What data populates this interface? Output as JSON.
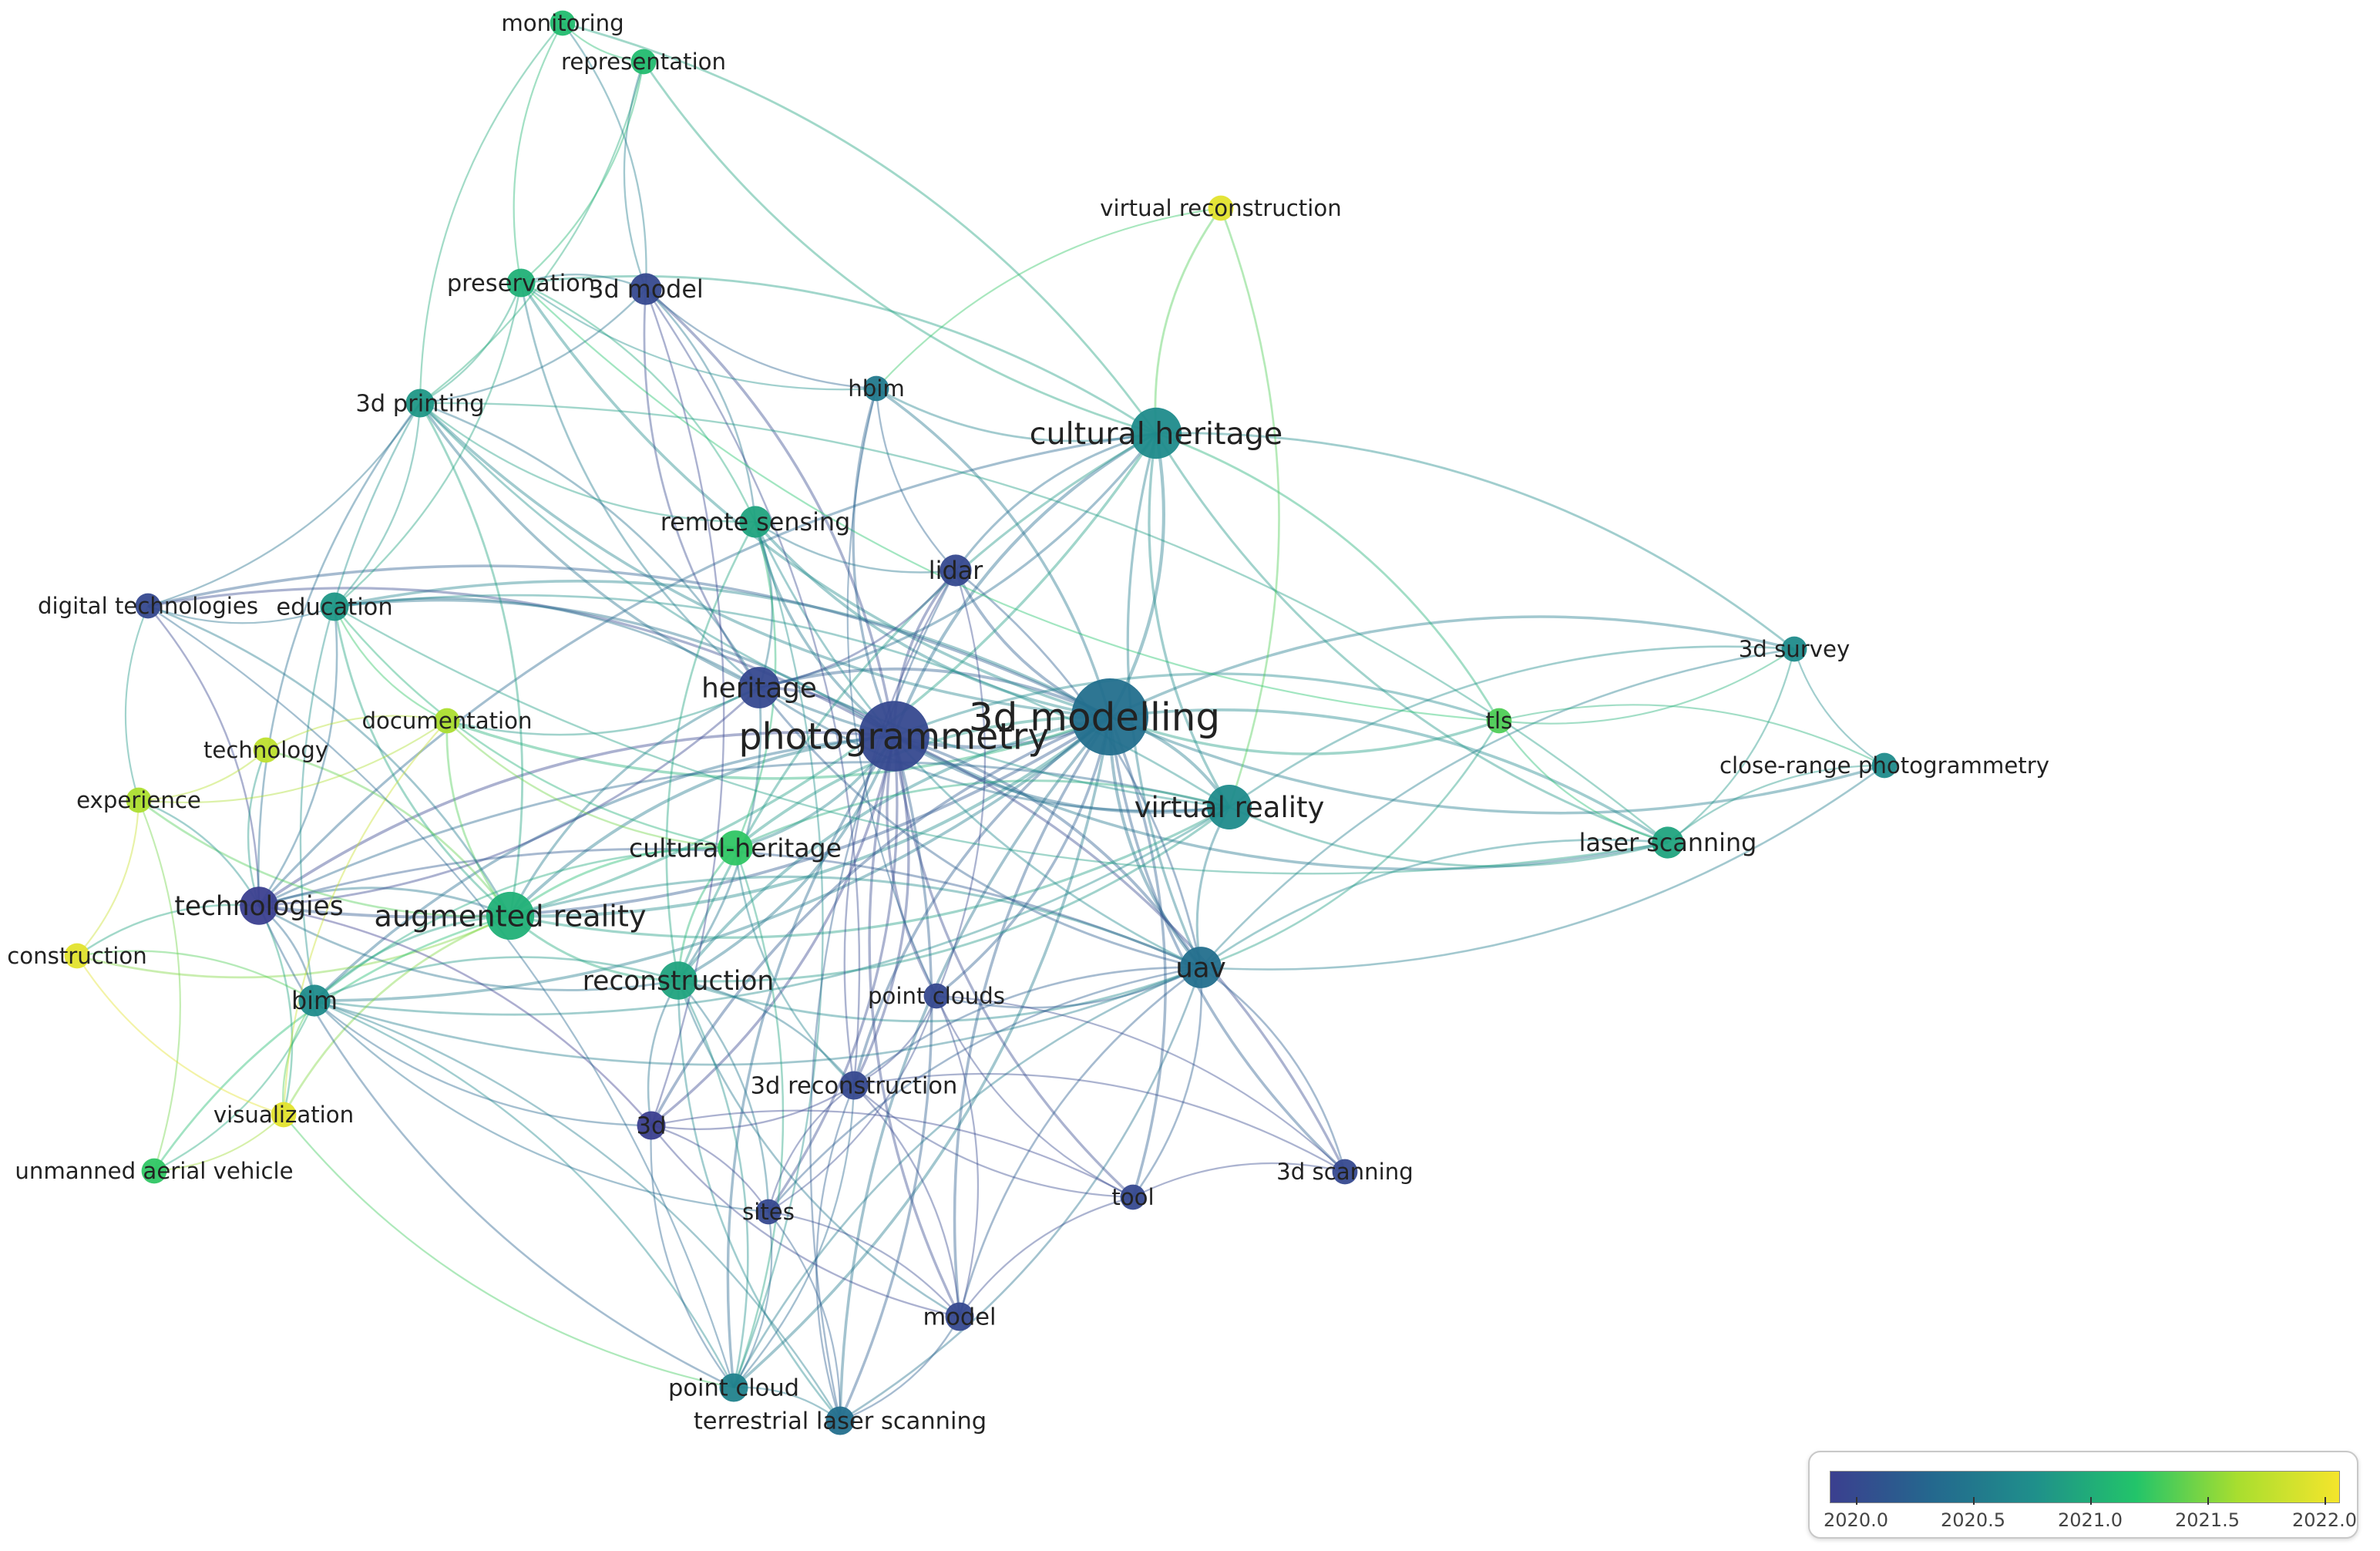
{
  "network": {
    "color_scale": {
      "min": 2020.0,
      "max": 2022.1,
      "stops": [
        "#3b3f8f",
        "#24688e",
        "#1f8f8b",
        "#22c46a",
        "#a8de2f",
        "#f5e52c"
      ]
    },
    "nodes": [
      {
        "id": "3d modelling",
        "weight": 10,
        "year": 2020.5
      },
      {
        "id": "photogrammetry",
        "weight": 9,
        "year": 2020.1
      },
      {
        "id": "cultural heritage",
        "weight": 6,
        "year": 2020.8
      },
      {
        "id": "virtual reality",
        "weight": 5,
        "year": 2020.8
      },
      {
        "id": "augmented reality",
        "weight": 5.5,
        "year": 2021.1
      },
      {
        "id": "heritage",
        "weight": 4.5,
        "year": 2020.1
      },
      {
        "id": "uav",
        "weight": 4.5,
        "year": 2020.5
      },
      {
        "id": "technologies",
        "weight": 4,
        "year": 2020.0
      },
      {
        "id": "reconstruction",
        "weight": 4,
        "year": 2021.0
      },
      {
        "id": "cultural-heritage",
        "weight": 3.5,
        "year": 2021.3
      },
      {
        "id": "remote sensing",
        "weight": 3,
        "year": 2021.0
      },
      {
        "id": "lidar",
        "weight": 3,
        "year": 2020.1
      },
      {
        "id": "laser scanning",
        "weight": 3,
        "year": 2021.0
      },
      {
        "id": "bim",
        "weight": 3,
        "year": 2020.8
      },
      {
        "id": "3d printing",
        "weight": 2.5,
        "year": 2020.9
      },
      {
        "id": "3d model",
        "weight": 3,
        "year": 2020.1
      },
      {
        "id": "preservation",
        "weight": 2.5,
        "year": 2021.1
      },
      {
        "id": "education",
        "weight": 2.5,
        "year": 2020.9
      },
      {
        "id": "3d reconstruction",
        "weight": 2.5,
        "year": 2020.1
      },
      {
        "id": "3d",
        "weight": 2.5,
        "year": 2020.0
      },
      {
        "id": "model",
        "weight": 2.5,
        "year": 2020.1
      },
      {
        "id": "point cloud",
        "weight": 2.5,
        "year": 2020.7
      },
      {
        "id": "terrestrial laser scanning",
        "weight": 2.5,
        "year": 2020.5
      },
      {
        "id": "hbim",
        "weight": 2,
        "year": 2020.6
      },
      {
        "id": "monitoring",
        "weight": 2,
        "year": 2021.2
      },
      {
        "id": "representation",
        "weight": 2,
        "year": 2021.2
      },
      {
        "id": "virtual reconstruction",
        "weight": 2,
        "year": 2022.0
      },
      {
        "id": "digital technologies",
        "weight": 2,
        "year": 2020.1
      },
      {
        "id": "documentation",
        "weight": 2,
        "year": 2021.7
      },
      {
        "id": "technology",
        "weight": 2,
        "year": 2021.8
      },
      {
        "id": "experience",
        "weight": 2,
        "year": 2021.7
      },
      {
        "id": "construction",
        "weight": 2,
        "year": 2022.0
      },
      {
        "id": "visualization",
        "weight": 2,
        "year": 2022.0
      },
      {
        "id": "unmanned aerial vehicle",
        "weight": 2,
        "year": 2021.3
      },
      {
        "id": "point clouds",
        "weight": 2,
        "year": 2020.1
      },
      {
        "id": "sites",
        "weight": 2,
        "year": 2020.1
      },
      {
        "id": "tool",
        "weight": 2,
        "year": 2020.1
      },
      {
        "id": "3d scanning",
        "weight": 2,
        "year": 2020.1
      },
      {
        "id": "tls",
        "weight": 2,
        "year": 2021.4
      },
      {
        "id": "3d survey",
        "weight": 2,
        "year": 2020.8
      },
      {
        "id": "close-range photogrammetry",
        "weight": 2,
        "year": 2020.8
      }
    ],
    "edges": [
      [
        "3d modelling",
        "photogrammetry"
      ],
      [
        "3d modelling",
        "cultural heritage"
      ],
      [
        "3d modelling",
        "virtual reality"
      ],
      [
        "3d modelling",
        "uav"
      ],
      [
        "3d modelling",
        "augmented reality"
      ],
      [
        "3d modelling",
        "heritage"
      ],
      [
        "3d modelling",
        "laser scanning"
      ],
      [
        "3d modelling",
        "tls"
      ],
      [
        "3d modelling",
        "3d survey"
      ],
      [
        "3d modelling",
        "close-range photogrammetry"
      ],
      [
        "3d modelling",
        "lidar"
      ],
      [
        "3d modelling",
        "hbim"
      ],
      [
        "3d modelling",
        "remote sensing"
      ],
      [
        "3d modelling",
        "reconstruction"
      ],
      [
        "3d modelling",
        "technologies"
      ],
      [
        "3d modelling",
        "3d reconstruction"
      ],
      [
        "3d modelling",
        "point clouds"
      ],
      [
        "3d modelling",
        "model"
      ],
      [
        "3d modelling",
        "point cloud"
      ],
      [
        "3d modelling",
        "terrestrial laser scanning"
      ],
      [
        "3d modelling",
        "3d printing"
      ],
      [
        "3d modelling",
        "education"
      ],
      [
        "3d modelling",
        "bim"
      ],
      [
        "3d modelling",
        "3d scanning"
      ],
      [
        "3d modelling",
        "documentation"
      ],
      [
        "3d modelling",
        "cultural-heritage"
      ],
      [
        "3d modelling",
        "tool"
      ],
      [
        "3d modelling",
        "3d"
      ],
      [
        "3d modelling",
        "preservation"
      ],
      [
        "3d modelling",
        "digital technologies"
      ],
      [
        "photogrammetry",
        "cultural heritage"
      ],
      [
        "photogrammetry",
        "virtual reality"
      ],
      [
        "photogrammetry",
        "uav"
      ],
      [
        "photogrammetry",
        "heritage"
      ],
      [
        "photogrammetry",
        "lidar"
      ],
      [
        "photogrammetry",
        "augmented reality"
      ],
      [
        "photogrammetry",
        "reconstruction"
      ],
      [
        "photogrammetry",
        "technologies"
      ],
      [
        "photogrammetry",
        "remote sensing"
      ],
      [
        "photogrammetry",
        "3d model"
      ],
      [
        "photogrammetry",
        "hbim"
      ],
      [
        "photogrammetry",
        "laser scanning"
      ],
      [
        "photogrammetry",
        "3d reconstruction"
      ],
      [
        "photogrammetry",
        "point clouds"
      ],
      [
        "photogrammetry",
        "sites"
      ],
      [
        "photogrammetry",
        "model"
      ],
      [
        "photogrammetry",
        "3d"
      ],
      [
        "photogrammetry",
        "bim"
      ],
      [
        "photogrammetry",
        "terrestrial laser scanning"
      ],
      [
        "photogrammetry",
        "point cloud"
      ],
      [
        "photogrammetry",
        "tls"
      ],
      [
        "photogrammetry",
        "digital technologies"
      ],
      [
        "photogrammetry",
        "cultural-heritage"
      ],
      [
        "photogrammetry",
        "tool"
      ],
      [
        "photogrammetry",
        "3d scanning"
      ],
      [
        "photogrammetry",
        "education"
      ],
      [
        "photogrammetry",
        "3d printing"
      ],
      [
        "cultural heritage",
        "virtual reality"
      ],
      [
        "cultural heritage",
        "augmented reality"
      ],
      [
        "cultural heritage",
        "uav"
      ],
      [
        "cultural heritage",
        "representation"
      ],
      [
        "cultural heritage",
        "monitoring"
      ],
      [
        "cultural heritage",
        "3d survey"
      ],
      [
        "cultural heritage",
        "laser scanning"
      ],
      [
        "cultural heritage",
        "heritage"
      ],
      [
        "cultural heritage",
        "lidar"
      ],
      [
        "cultural heritage",
        "virtual reconstruction"
      ],
      [
        "cultural heritage",
        "reconstruction"
      ],
      [
        "cultural heritage",
        "hbim"
      ],
      [
        "cultural heritage",
        "preservation"
      ],
      [
        "cultural heritage",
        "tls"
      ],
      [
        "cultural heritage",
        "technologies"
      ],
      [
        "virtual reality",
        "augmented reality"
      ],
      [
        "virtual reality",
        "uav"
      ],
      [
        "virtual reality",
        "heritage"
      ],
      [
        "virtual reality",
        "technologies"
      ],
      [
        "virtual reality",
        "reconstruction"
      ],
      [
        "virtual reality",
        "education"
      ],
      [
        "virtual reality",
        "3d printing"
      ],
      [
        "virtual reality",
        "laser scanning"
      ],
      [
        "virtual reality",
        "3d survey"
      ],
      [
        "virtual reality",
        "cultural-heritage"
      ],
      [
        "virtual reality",
        "bim"
      ],
      [
        "augmented reality",
        "technologies"
      ],
      [
        "augmented reality",
        "heritage"
      ],
      [
        "augmented reality",
        "reconstruction"
      ],
      [
        "augmented reality",
        "cultural-heritage"
      ],
      [
        "augmented reality",
        "bim"
      ],
      [
        "augmented reality",
        "education"
      ],
      [
        "augmented reality",
        "3d printing"
      ],
      [
        "augmented reality",
        "construction"
      ],
      [
        "augmented reality",
        "visualization"
      ],
      [
        "augmented reality",
        "experience"
      ],
      [
        "augmented reality",
        "technology"
      ],
      [
        "augmented reality",
        "documentation"
      ],
      [
        "augmented reality",
        "unmanned aerial vehicle"
      ],
      [
        "augmented reality",
        "uav"
      ],
      [
        "augmented reality",
        "digital technologies"
      ],
      [
        "heritage",
        "reconstruction"
      ],
      [
        "heritage",
        "uav"
      ],
      [
        "heritage",
        "technologies"
      ],
      [
        "heritage",
        "lidar"
      ],
      [
        "heritage",
        "3d model"
      ],
      [
        "heritage",
        "remote sensing"
      ],
      [
        "heritage",
        "preservation"
      ],
      [
        "heritage",
        "3d printing"
      ],
      [
        "heritage",
        "documentation"
      ],
      [
        "heritage",
        "education"
      ],
      [
        "uav",
        "laser scanning"
      ],
      [
        "uav",
        "tls"
      ],
      [
        "uav",
        "3d survey"
      ],
      [
        "uav",
        "close-range photogrammetry"
      ],
      [
        "uav",
        "reconstruction"
      ],
      [
        "uav",
        "3d reconstruction"
      ],
      [
        "uav",
        "point clouds"
      ],
      [
        "uav",
        "model"
      ],
      [
        "uav",
        "3d scanning"
      ],
      [
        "uav",
        "sites"
      ],
      [
        "uav",
        "tool"
      ],
      [
        "uav",
        "point cloud"
      ],
      [
        "uav",
        "terrestrial laser scanning"
      ],
      [
        "uav",
        "technologies"
      ],
      [
        "uav",
        "bim"
      ],
      [
        "uav",
        "lidar"
      ],
      [
        "uav",
        "remote sensing"
      ],
      [
        "technologies",
        "digital technologies"
      ],
      [
        "technologies",
        "bim"
      ],
      [
        "technologies",
        "construction"
      ],
      [
        "technologies",
        "visualization"
      ],
      [
        "technologies",
        "reconstruction"
      ],
      [
        "technologies",
        "3d printing"
      ],
      [
        "technologies",
        "experience"
      ],
      [
        "technologies",
        "technology"
      ],
      [
        "technologies",
        "education"
      ],
      [
        "technologies",
        "3d"
      ],
      [
        "technologies",
        "point cloud"
      ],
      [
        "reconstruction",
        "3d reconstruction"
      ],
      [
        "reconstruction",
        "3d"
      ],
      [
        "reconstruction",
        "sites"
      ],
      [
        "reconstruction",
        "model"
      ],
      [
        "reconstruction",
        "point cloud"
      ],
      [
        "reconstruction",
        "terrestrial laser scanning"
      ],
      [
        "reconstruction",
        "cultural-heritage"
      ],
      [
        "reconstruction",
        "bim"
      ],
      [
        "reconstruction",
        "remote sensing"
      ],
      [
        "cultural-heritage",
        "3d reconstruction"
      ],
      [
        "cultural-heritage",
        "documentation"
      ],
      [
        "cultural-heritage",
        "bim"
      ],
      [
        "cultural-heritage",
        "education"
      ],
      [
        "cultural-heritage",
        "remote sensing"
      ],
      [
        "cultural-heritage",
        "point cloud"
      ],
      [
        "remote sensing",
        "preservation"
      ],
      [
        "remote sensing",
        "3d printing"
      ],
      [
        "remote sensing",
        "lidar"
      ],
      [
        "remote sensing",
        "point cloud"
      ],
      [
        "remote sensing",
        "3d model"
      ],
      [
        "lidar",
        "hbim"
      ],
      [
        "lidar",
        "3d reconstruction"
      ],
      [
        "lidar",
        "point clouds"
      ],
      [
        "lidar",
        "terrestrial laser scanning"
      ],
      [
        "laser scanning",
        "tls"
      ],
      [
        "laser scanning",
        "3d survey"
      ],
      [
        "laser scanning",
        "close-range photogrammetry"
      ],
      [
        "laser scanning",
        "3d printing"
      ],
      [
        "laser scanning",
        "education"
      ],
      [
        "bim",
        "visualization"
      ],
      [
        "bim",
        "unmanned aerial vehicle"
      ],
      [
        "bim",
        "construction"
      ],
      [
        "bim",
        "3d printing"
      ],
      [
        "bim",
        "3d"
      ],
      [
        "bim",
        "point cloud"
      ],
      [
        "bim",
        "sites"
      ],
      [
        "bim",
        "terrestrial laser scanning"
      ],
      [
        "3d printing",
        "preservation"
      ],
      [
        "3d printing",
        "monitoring"
      ],
      [
        "3d printing",
        "representation"
      ],
      [
        "3d printing",
        "education"
      ],
      [
        "3d printing",
        "3d model"
      ],
      [
        "3d printing",
        "digital technologies"
      ],
      [
        "3d model",
        "preservation"
      ],
      [
        "3d model",
        "representation"
      ],
      [
        "3d model",
        "monitoring"
      ],
      [
        "3d model",
        "3d"
      ],
      [
        "3d model",
        "hbim"
      ],
      [
        "3d model",
        "3d reconstruction"
      ],
      [
        "preservation",
        "representation"
      ],
      [
        "preservation",
        "monitoring"
      ],
      [
        "preservation",
        "hbim"
      ],
      [
        "preservation",
        "education"
      ],
      [
        "preservation",
        "tls"
      ],
      [
        "education",
        "digital technologies"
      ],
      [
        "education",
        "documentation"
      ],
      [
        "3d reconstruction",
        "3d"
      ],
      [
        "3d reconstruction",
        "sites"
      ],
      [
        "3d reconstruction",
        "model"
      ],
      [
        "3d reconstruction",
        "tool"
      ],
      [
        "3d reconstruction",
        "3d scanning"
      ],
      [
        "3d reconstruction",
        "point clouds"
      ],
      [
        "3d reconstruction",
        "point cloud"
      ],
      [
        "3d reconstruction",
        "terrestrial laser scanning"
      ],
      [
        "3d",
        "sites"
      ],
      [
        "3d",
        "model"
      ],
      [
        "3d",
        "tool"
      ],
      [
        "3d",
        "point cloud"
      ],
      [
        "model",
        "tool"
      ],
      [
        "model",
        "sites"
      ],
      [
        "model",
        "terrestrial laser scanning"
      ],
      [
        "model",
        "point clouds"
      ],
      [
        "point cloud",
        "terrestrial laser scanning"
      ],
      [
        "point cloud",
        "sites"
      ],
      [
        "point cloud",
        "visualization"
      ],
      [
        "hbim",
        "point clouds"
      ],
      [
        "hbim",
        "virtual reconstruction"
      ],
      [
        "monitoring",
        "representation"
      ],
      [
        "virtual reconstruction",
        "virtual reality"
      ],
      [
        "documentation",
        "technology"
      ],
      [
        "documentation",
        "experience"
      ],
      [
        "documentation",
        "visualization"
      ],
      [
        "experience",
        "construction"
      ],
      [
        "experience",
        "technology"
      ],
      [
        "experience",
        "unmanned aerial vehicle"
      ],
      [
        "construction",
        "visualization"
      ],
      [
        "visualization",
        "unmanned aerial vehicle"
      ],
      [
        "digital technologies",
        "experience"
      ],
      [
        "digital technologies",
        "point cloud"
      ],
      [
        "tls",
        "3d survey"
      ],
      [
        "tls",
        "close-range photogrammetry"
      ],
      [
        "3d survey",
        "close-range photogrammetry"
      ],
      [
        "sites",
        "terrestrial laser scanning"
      ],
      [
        "sites",
        "point clouds"
      ],
      [
        "tool",
        "point clouds"
      ],
      [
        "3d scanning",
        "point clouds"
      ],
      [
        "tool",
        "3d scanning"
      ]
    ]
  },
  "legend": {
    "ticks": [
      "2020.0",
      "2020.5",
      "2021.0",
      "2021.5",
      "2022.0"
    ]
  }
}
